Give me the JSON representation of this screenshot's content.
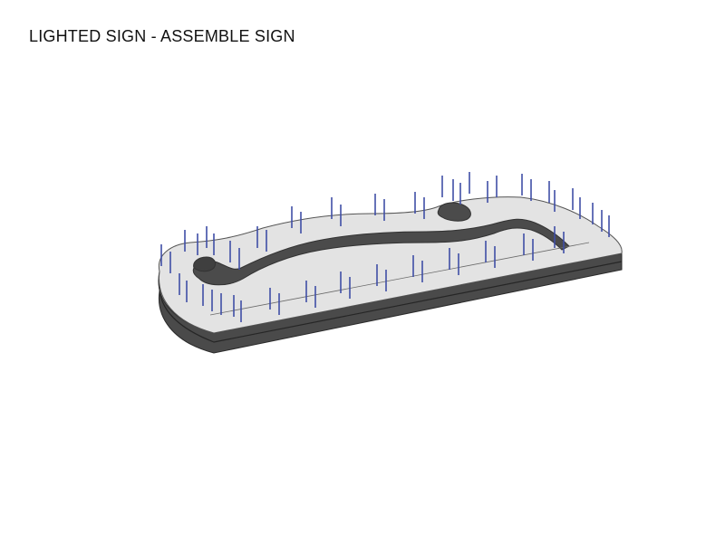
{
  "title": "LIGHTED SIGN - ASSEMBLE SIGN",
  "colors": {
    "top_face": "#e3e3e3",
    "side_light": "#5a5a5a",
    "side_dark": "#3e3e3e",
    "seam": "#2a2a2a",
    "pins": "#3f4ea6",
    "outline": "#555555"
  },
  "parts": {
    "base_plate": "sign-base-plate",
    "channel_groove": "letter-channel-groove",
    "light_pins": "led-mounting-pins"
  }
}
